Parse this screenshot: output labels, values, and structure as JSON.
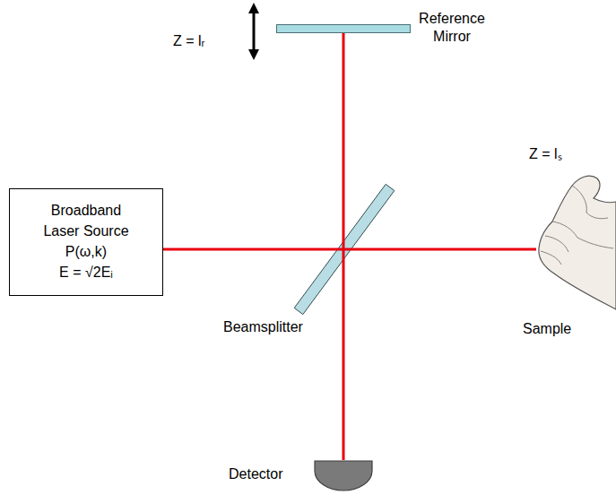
{
  "diagram": {
    "nodes": [
      {
        "text": [
          "Reference Mirror"
        ]
      },
      {
        "text": [
          "Broadband Laser Source",
          "P(ω,k)",
          "E = √2Eᵢ"
        ]
      },
      {
        "text": [
          "Beamsplitter"
        ]
      },
      {
        "text": [
          "Sample"
        ]
      },
      {
        "text": [
          "Detector"
        ]
      }
    ],
    "edges": [
      {
        "from": 1,
        "to": 2,
        "arrow": "none"
      },
      {
        "from": 2,
        "to": 0,
        "arrow": "none"
      },
      {
        "from": 2,
        "to": 3,
        "arrow": "none"
      },
      {
        "from": 2,
        "to": 4,
        "arrow": "none"
      }
    ],
    "labels": [
      "Z = lᵣ",
      "Z = lₛ"
    ]
  }
}
